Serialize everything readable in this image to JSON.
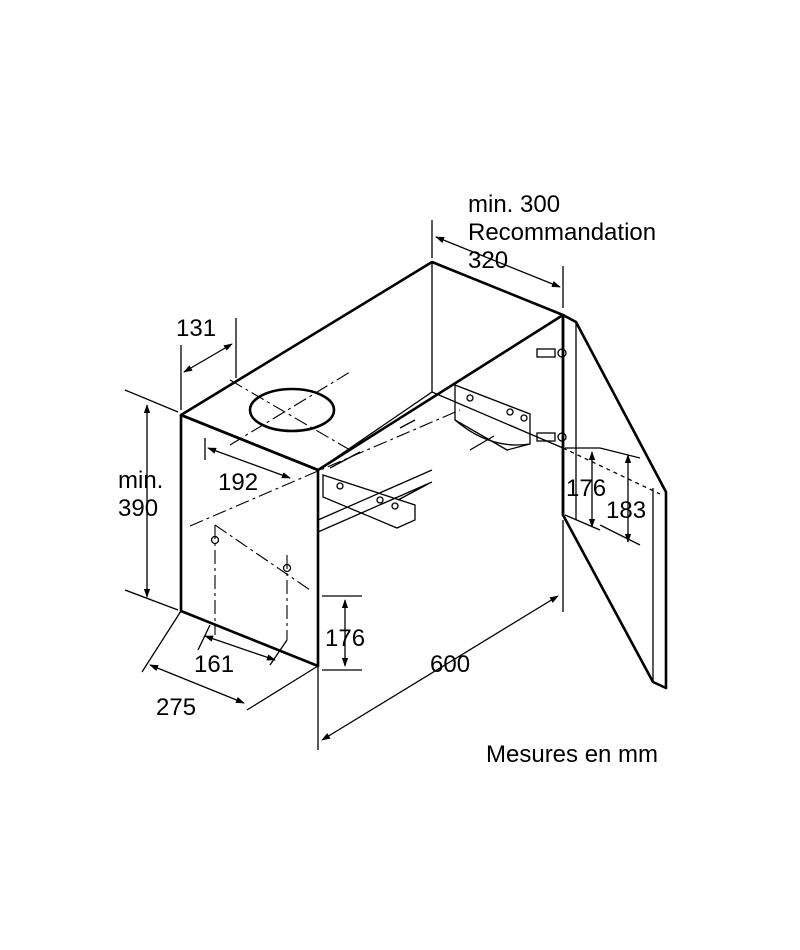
{
  "dimensions": {
    "depth_min_line1": "min. 300",
    "depth_min_line2": "Recommandation",
    "depth_min_line3": "320",
    "top_offset": "131",
    "height_min_line1": "min.",
    "height_min_line2": "390",
    "hole_offset": "192",
    "side_height_right_a": "176",
    "side_height_right_b": "183",
    "bottom_height": "176",
    "bottom_offset": "161",
    "depth": "275",
    "width": "600"
  },
  "note": "Mesures en mm"
}
